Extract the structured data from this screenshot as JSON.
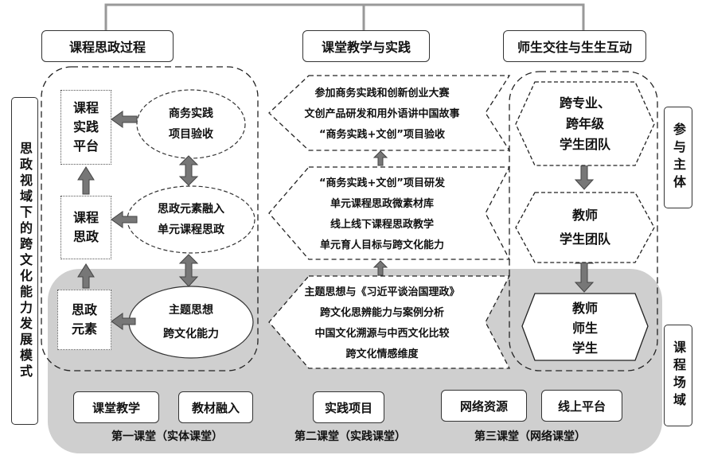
{
  "top_boxes": [
    "课程思政过程",
    "课堂教学与实践",
    "师生交往与生生互动"
  ],
  "left_vertical": "思政视域下的跨文化能力发展模式",
  "right_top_vertical": "参与主体",
  "right_bottom_vertical": "课程场域",
  "left_column": {
    "platform": [
      "课程",
      "实践",
      "平台"
    ],
    "course": [
      "课程",
      "思政"
    ],
    "elements": [
      "思政",
      "元素"
    ],
    "ellipse_top": [
      "商务实践",
      "项目验收"
    ],
    "ellipse_mid": [
      "思政元素融入",
      "单元课程思政"
    ],
    "ellipse_bottom": [
      "主题思想",
      "跨文化能力"
    ]
  },
  "middle_column": {
    "top": [
      "参加商务实践和创新创业大赛",
      "文创产品研发和用外语讲中国故事",
      "“商务实践+文创”项目验收"
    ],
    "mid": [
      "“商务实践+文创”项目研发",
      "单元课程思政微素材库",
      "线上线下课程思政教学",
      "单元育人目标与跨文化能力"
    ],
    "bottom": [
      "主题思想与《习近平谈治国理政》",
      "跨文化思辨能力与案例分析",
      "中国文化溯源与中西文化比较",
      "跨文化情感维度"
    ]
  },
  "right_column": {
    "top": [
      "跨专业、",
      "跨年级",
      "学生团队"
    ],
    "mid": [
      "教师",
      "学生团队"
    ],
    "bottom": [
      "教师",
      "师生",
      "学生"
    ]
  },
  "bottom_boxes": [
    "课堂教学",
    "教材融入",
    "实践项目",
    "网络资源",
    "线上平台"
  ],
  "bottom_labels": [
    "第一课堂（实体课堂）",
    "第二课堂（实践课堂）",
    "第三课堂（网络课堂）"
  ]
}
